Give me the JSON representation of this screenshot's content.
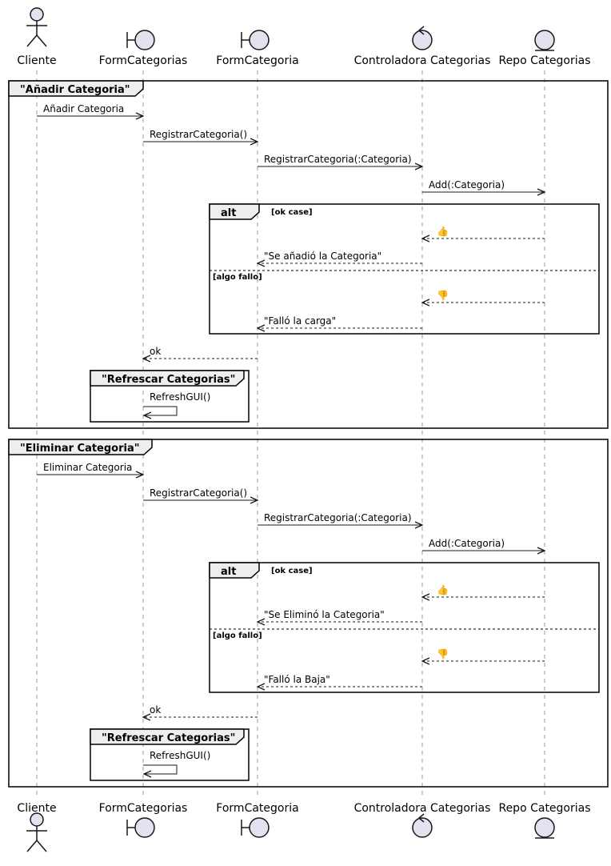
{
  "colors": {
    "participant_fill": "#e2e2f0",
    "stroke": "#181818",
    "frame_tab": "#eeeeee"
  },
  "participants": [
    {
      "name": "Cliente",
      "kind": "actor",
      "icon": "actor-icon"
    },
    {
      "name": "FormCategorias",
      "kind": "boundary",
      "icon": "boundary-icon"
    },
    {
      "name": "FormCategoria",
      "kind": "boundary",
      "icon": "boundary-icon"
    },
    {
      "name": "Controladora Categorias",
      "kind": "control",
      "icon": "control-icon"
    },
    {
      "name": "Repo Categorias",
      "kind": "entity",
      "icon": "entity-icon"
    }
  ],
  "groups": [
    {
      "title": "\"Añadir Categoria\"",
      "messages": [
        {
          "from": 0,
          "to": 1,
          "label": "Añadir Categoria"
        },
        {
          "from": 1,
          "to": 2,
          "label": "RegistrarCategoria()"
        },
        {
          "from": 2,
          "to": 3,
          "label": "RegistrarCategoria(:Categoria)"
        },
        {
          "from": 3,
          "to": 4,
          "label": "Add(:Categoria)"
        }
      ],
      "alt": {
        "title": "alt",
        "cases": [
          {
            "condition": "[ok case]",
            "messages": [
              {
                "from": 4,
                "to": 3,
                "label": "👍",
                "icon": "thumbs-up-icon"
              },
              {
                "from": 3,
                "to": 2,
                "label": "\"Se añadió la Categoria\""
              }
            ]
          },
          {
            "condition": "[algo fallo]",
            "messages": [
              {
                "from": 4,
                "to": 3,
                "label": "👎",
                "icon": "thumbs-down-icon"
              },
              {
                "from": 3,
                "to": 2,
                "label": "\"Falló la carga\""
              }
            ]
          }
        ]
      },
      "reply": {
        "from": 2,
        "to": 1,
        "label": "ok"
      },
      "inner": {
        "title": "\"Refrescar Categorias\"",
        "self_label": "RefreshGUI()"
      }
    },
    {
      "title": "\"Eliminar Categoria\"",
      "messages": [
        {
          "from": 0,
          "to": 1,
          "label": "Eliminar Categoria"
        },
        {
          "from": 1,
          "to": 2,
          "label": "RegistrarCategoria()"
        },
        {
          "from": 2,
          "to": 3,
          "label": "RegistrarCategoria(:Categoria)"
        },
        {
          "from": 3,
          "to": 4,
          "label": "Add(:Categoria)"
        }
      ],
      "alt": {
        "title": "alt",
        "cases": [
          {
            "condition": "[ok case]",
            "messages": [
              {
                "from": 4,
                "to": 3,
                "label": "👍",
                "icon": "thumbs-up-icon"
              },
              {
                "from": 3,
                "to": 2,
                "label": "\"Se Eliminó la Categoria\""
              }
            ]
          },
          {
            "condition": "[algo fallo]",
            "messages": [
              {
                "from": 4,
                "to": 3,
                "label": "👎",
                "icon": "thumbs-down-icon"
              },
              {
                "from": 3,
                "to": 2,
                "label": "\"Falló la Baja\""
              }
            ]
          }
        ]
      },
      "reply": {
        "from": 2,
        "to": 1,
        "label": "ok"
      },
      "inner": {
        "title": "\"Refrescar Categorias\"",
        "self_label": "RefreshGUI()"
      }
    }
  ]
}
